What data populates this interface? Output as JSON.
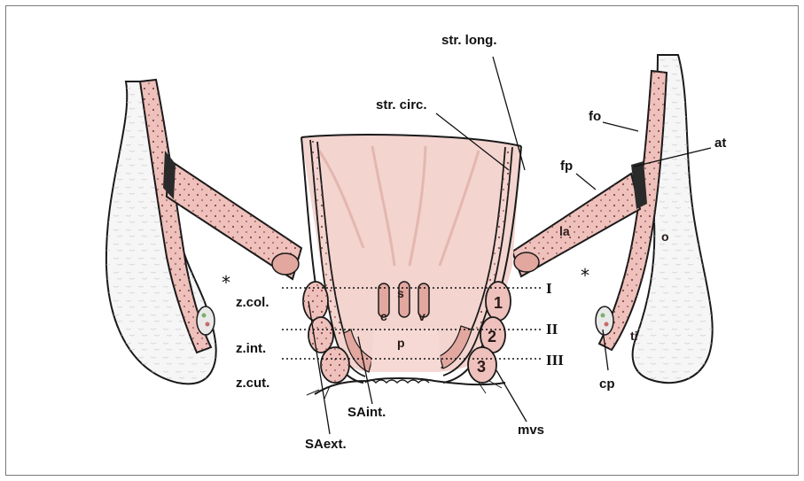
{
  "labels": {
    "str_long": "str. long.",
    "str_circ": "str. circ.",
    "fo": "fo",
    "at": "at",
    "fp": "fp",
    "la": "la",
    "o": "o",
    "ti": "ti",
    "cp": "cp",
    "z_col": "z.col.",
    "z_int": "z.int.",
    "z_cut": "z.cut.",
    "c": "c",
    "s": "s",
    "v": "v",
    "p": "p",
    "sa_int": "SAint.",
    "sa_ext": "SAext.",
    "mvs": "mvs",
    "level_1": "I",
    "level_2": "II",
    "level_3": "III",
    "num_1": "1",
    "num_2": "2",
    "num_3": "3",
    "star_left": "*",
    "star_right": "*"
  },
  "colors": {
    "muscle": "#efc1bc",
    "muscle_dark": "#d99a92",
    "outline": "#1a1a1a",
    "bone": "#f6f6f6",
    "bone_shade": "#cfcfcf"
  }
}
